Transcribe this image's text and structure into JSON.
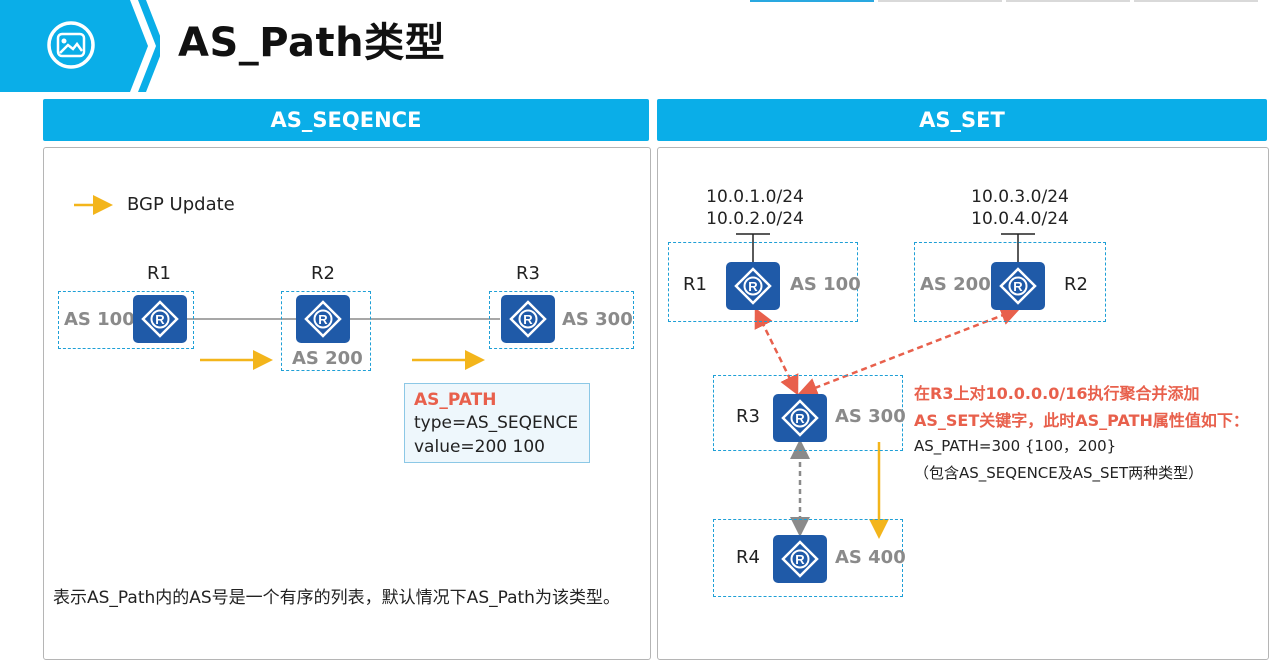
{
  "page": {
    "title": "AS_Path类型"
  },
  "colors": {
    "accent": "#0aaee8",
    "router": "#1f5aa8",
    "arrow_update": "#f3b51b",
    "arrow_peer": "#e8604c",
    "arrow_ibgp": "#8a8a8a",
    "note": "#e8604c"
  },
  "left_panel": {
    "header": "AS_SEQENCE",
    "legend": {
      "label": "BGP Update",
      "icon": "yellow-arrow-icon"
    },
    "routers": [
      {
        "name": "R1",
        "as": "AS 100"
      },
      {
        "name": "R2",
        "as": "AS 200"
      },
      {
        "name": "R3",
        "as": "AS 300"
      }
    ],
    "info": {
      "title": "AS_PATH",
      "line1": "type=AS_SEQENCE",
      "line2": "value=200 100"
    },
    "description": "表示AS_Path内的AS号是一个有序的列表，默认情况下AS_Path为该类型。"
  },
  "right_panel": {
    "header": "AS_SET",
    "routers": [
      {
        "name": "R1",
        "as": "AS 100",
        "networks": [
          "10.0.1.0/24",
          "10.0.2.0/24"
        ]
      },
      {
        "name": "R2",
        "as": "AS 200",
        "networks": [
          "10.0.3.0/24",
          "10.0.4.0/24"
        ]
      },
      {
        "name": "R3",
        "as": "AS 300"
      },
      {
        "name": "R4",
        "as": "AS 400"
      }
    ],
    "note": {
      "line1": "在R3上对10.0.0.0/16执行聚合并添加",
      "line2": "AS_SET关键字，此时AS_PATH属性值如下：",
      "line3": "AS_PATH=300 {100，200}",
      "line4": "（包含AS_SEQENCE及AS_SET两种类型）"
    }
  }
}
